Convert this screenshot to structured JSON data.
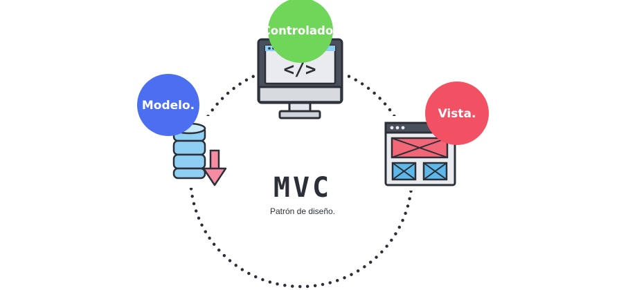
{
  "diagram": {
    "title": "MVC",
    "subtitle": "Patrón de diseño.",
    "nodes": {
      "controller": {
        "label": "Controlador",
        "color": "#6fd65a",
        "icon": "monitor-code-icon"
      },
      "model": {
        "label": "Modelo.",
        "color": "#4b6ff0",
        "icon": "database-icon"
      },
      "view": {
        "label": "Vista.",
        "color": "#f25063",
        "icon": "browser-window-icon"
      }
    },
    "code_glyph": "</>",
    "colors": {
      "dots": "#2c2f38",
      "outline": "#2c2f38",
      "accent_pink": "#f58ca3",
      "accent_blue": "#8fcff2",
      "screen_gray": "#e9ebee"
    }
  }
}
